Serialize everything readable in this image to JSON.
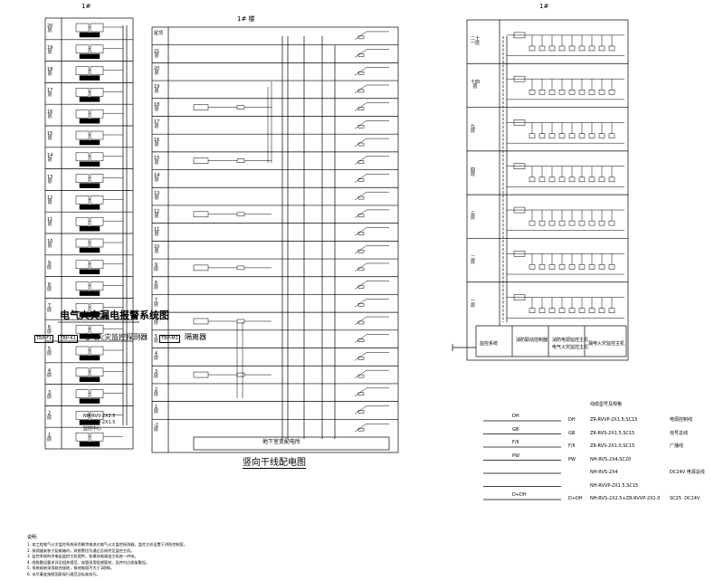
{
  "panels": {
    "left_title": "1#",
    "mid_title": "1# 楼",
    "right_title": "1#"
  },
  "left_column": {
    "floors": [
      "20\n层",
      "19\n层",
      "18\n层",
      "17\n层",
      "16\n层",
      "15\n层",
      "14\n层",
      "13\n层",
      "12\n层",
      "11\n层",
      "10\n层",
      "9\n层",
      "8\n层",
      "7\n层",
      "6\n层",
      "5\n层",
      "4\n层",
      "3\n层",
      "2\n层",
      "1\n层"
    ],
    "note_lines": [
      "NH-RVV-2X2.5",
      "NH-RVV-2X1.5",
      "监控中心"
    ]
  },
  "mid_diagram": {
    "floor_labels": [
      "屋顶",
      "21\n层",
      "20\n层",
      "19\n层",
      "18\n层",
      "17\n层",
      "16\n层",
      "15\n层",
      "14\n层",
      "13\n层",
      "12\n层",
      "11\n层",
      "10\n层",
      "9\n层",
      "8\n层",
      "7\n层",
      "6\n层",
      "5\n层",
      "4\n层",
      "3\n层",
      "2\n层",
      "1\n层",
      "-1\n层"
    ],
    "bottom_box": "地下室变配电所",
    "caption": "竖向干线配电图"
  },
  "right_diagram": {
    "floor_labels": [
      "二十\n一层",
      "十四\n层",
      "九\n层",
      "四\n层",
      "三\n层",
      "二\n层",
      "一\n层"
    ],
    "bottom_cells": [
      "监控系统",
      "消防联动控制器",
      "消防电源监控主机",
      "电气火灾监控主机",
      "漏电火灾监控主机"
    ]
  },
  "legend": {
    "header": "线缆型号及规格",
    "rows": [
      {
        "sym": "DH",
        "cable": "ZR-RVVP-2X1.5,SC15",
        "note": "电源控制线"
      },
      {
        "sym": "GB",
        "cable": "ZR-RVS-2X1.5,SC15",
        "note": "信号总线"
      },
      {
        "sym": "F/Ⅱ",
        "cable": "ZR-RVS-2X1.0,SC15",
        "note": "广播线"
      },
      {
        "sym": "PW",
        "cable": "NH-RVS-2X4,SC20",
        "note": ""
      },
      {
        "sym": "",
        "cable": "NH-RVS-2X4",
        "note": "DC24V 电源总线"
      },
      {
        "sym": "",
        "cable": "NH-RVVP-2X1.5,SC15",
        "note": ""
      },
      {
        "sym": "D+DH",
        "cable": "NH-RVS-2X2.5+ZR-RVVP-2X1.0",
        "note": "SC25  DC24V"
      }
    ]
  },
  "bottom_left": {
    "title": "电气火灾漏电报警系统图",
    "legend_a": "TBP-F1",
    "legend_b": "TBP-K1",
    "legend_text": "电气火灾监控探测器",
    "legend_c": "TBP-M1",
    "legend_c_text": "隔离器",
    "notes_title": "说明:",
    "notes": [
      "1. 本工程电气火灾监控系统采用剩余电流式电气火灾监控探测器，监控主机设置于消防控制室。",
      "2. 探测器安装于配电箱内，其报警信号通过总线传至监控主机。",
      "3. 监控系统的供电由监控主机提供，各模块电源由主机统一供给。",
      "4. 线缆敷设要求详见相关规范，穿管采用阻燃管材，竖井内沿桥架敷设。",
      "5. 系统接地采用联合接地，接地电阻不大于1欧姆。",
      "6. 未尽事宜按照国家现行规范及标准执行。"
    ]
  }
}
